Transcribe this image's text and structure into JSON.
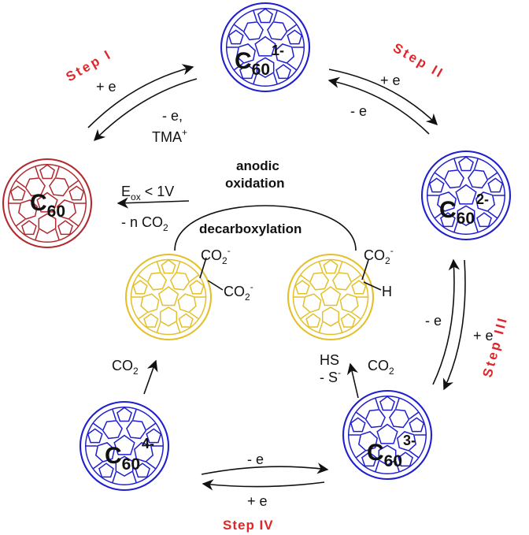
{
  "fullerenes": [
    {
      "id": "c60-neutral",
      "symbol": "C",
      "subscript": "60",
      "charge": "",
      "color": "#b02a30"
    },
    {
      "id": "c60-1minus",
      "symbol": "C",
      "subscript": "60",
      "charge": "1-",
      "color": "#1f1fd0"
    },
    {
      "id": "c60-2minus",
      "symbol": "C",
      "subscript": "60",
      "charge": "2-",
      "color": "#1f1fd0"
    },
    {
      "id": "c60-3minus",
      "symbol": "C",
      "subscript": "60",
      "charge": "3-",
      "color": "#1f1fd0"
    },
    {
      "id": "c60-4minus",
      "symbol": "C",
      "subscript": "60",
      "charge": "4-",
      "color": "#1f1fd0"
    }
  ],
  "adduct_color": "#e3c02a",
  "steps": {
    "step1": "Step I",
    "step2": "Step II",
    "step3": "Step III",
    "step4": "Step IV",
    "color": "#e0262a"
  },
  "labels": {
    "step1_forward": "+ e",
    "step1_reverse_a": "- e,",
    "step1_reverse_b": "TMA",
    "step1_reverse_sup": "+",
    "step2_forward": "+ e",
    "step2_reverse": "- e",
    "step3_reverse": "- e",
    "step3_forward": "+ e",
    "step4_reverse": "- e",
    "step4_forward": "+ e",
    "anodic": "anodic",
    "oxidation": "oxidation",
    "decarboxylation": "decarboxylation",
    "eox_e": "E",
    "eox_sub": "ox",
    "eox_rest": " < 1V",
    "nco2_a": "- n CO",
    "nco2_sub": "2",
    "co2_left_a": "CO",
    "co2_left_sub": "2",
    "co2_right_a": "CO",
    "co2_right_sub": "2",
    "hs": "HS",
    "s_minus_a": "- S",
    "s_minus_sup": "-",
    "dicarb_top_a": "CO",
    "dicarb_top_sub": "2",
    "dicarb_top_sup": "-",
    "dicarb_bot_a": "CO",
    "dicarb_bot_sub": "2",
    "dicarb_bot_sup": "-",
    "mono_a": "CO",
    "mono_sub": "2",
    "mono_sup": "-",
    "mono_h": "H"
  }
}
